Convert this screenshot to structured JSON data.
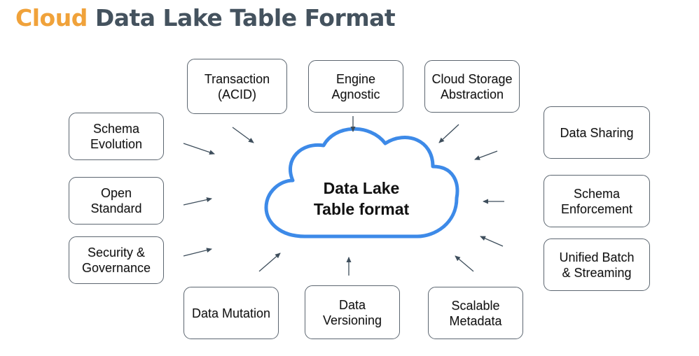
{
  "title": {
    "part1": "Cloud",
    "part2": "Data Lake Table Format"
  },
  "center": {
    "label": "Data Lake\nTable format"
  },
  "features": {
    "transaction": "Transaction\n(ACID)",
    "engine_agnostic": "Engine\nAgnostic",
    "cloud_storage": "Cloud Storage\nAbstraction",
    "schema_evolution": "Schema\nEvolution",
    "open_standard": "Open\nStandard",
    "security_governance": "Security &\nGovernance",
    "data_sharing": "Data Sharing",
    "schema_enforcement": "Schema\nEnforcement",
    "unified_batch": "Unified Batch\n& Streaming",
    "data_mutation": "Data Mutation",
    "data_versioning": "Data\nVersioning",
    "scalable_metadata": "Scalable\nMetadata"
  },
  "colors": {
    "accent": "#f0a23a",
    "title": "#44525e",
    "cloud_stroke": "#3d8ae8",
    "arrow": "#3e4e5c",
    "box_border": "#5c6670"
  }
}
